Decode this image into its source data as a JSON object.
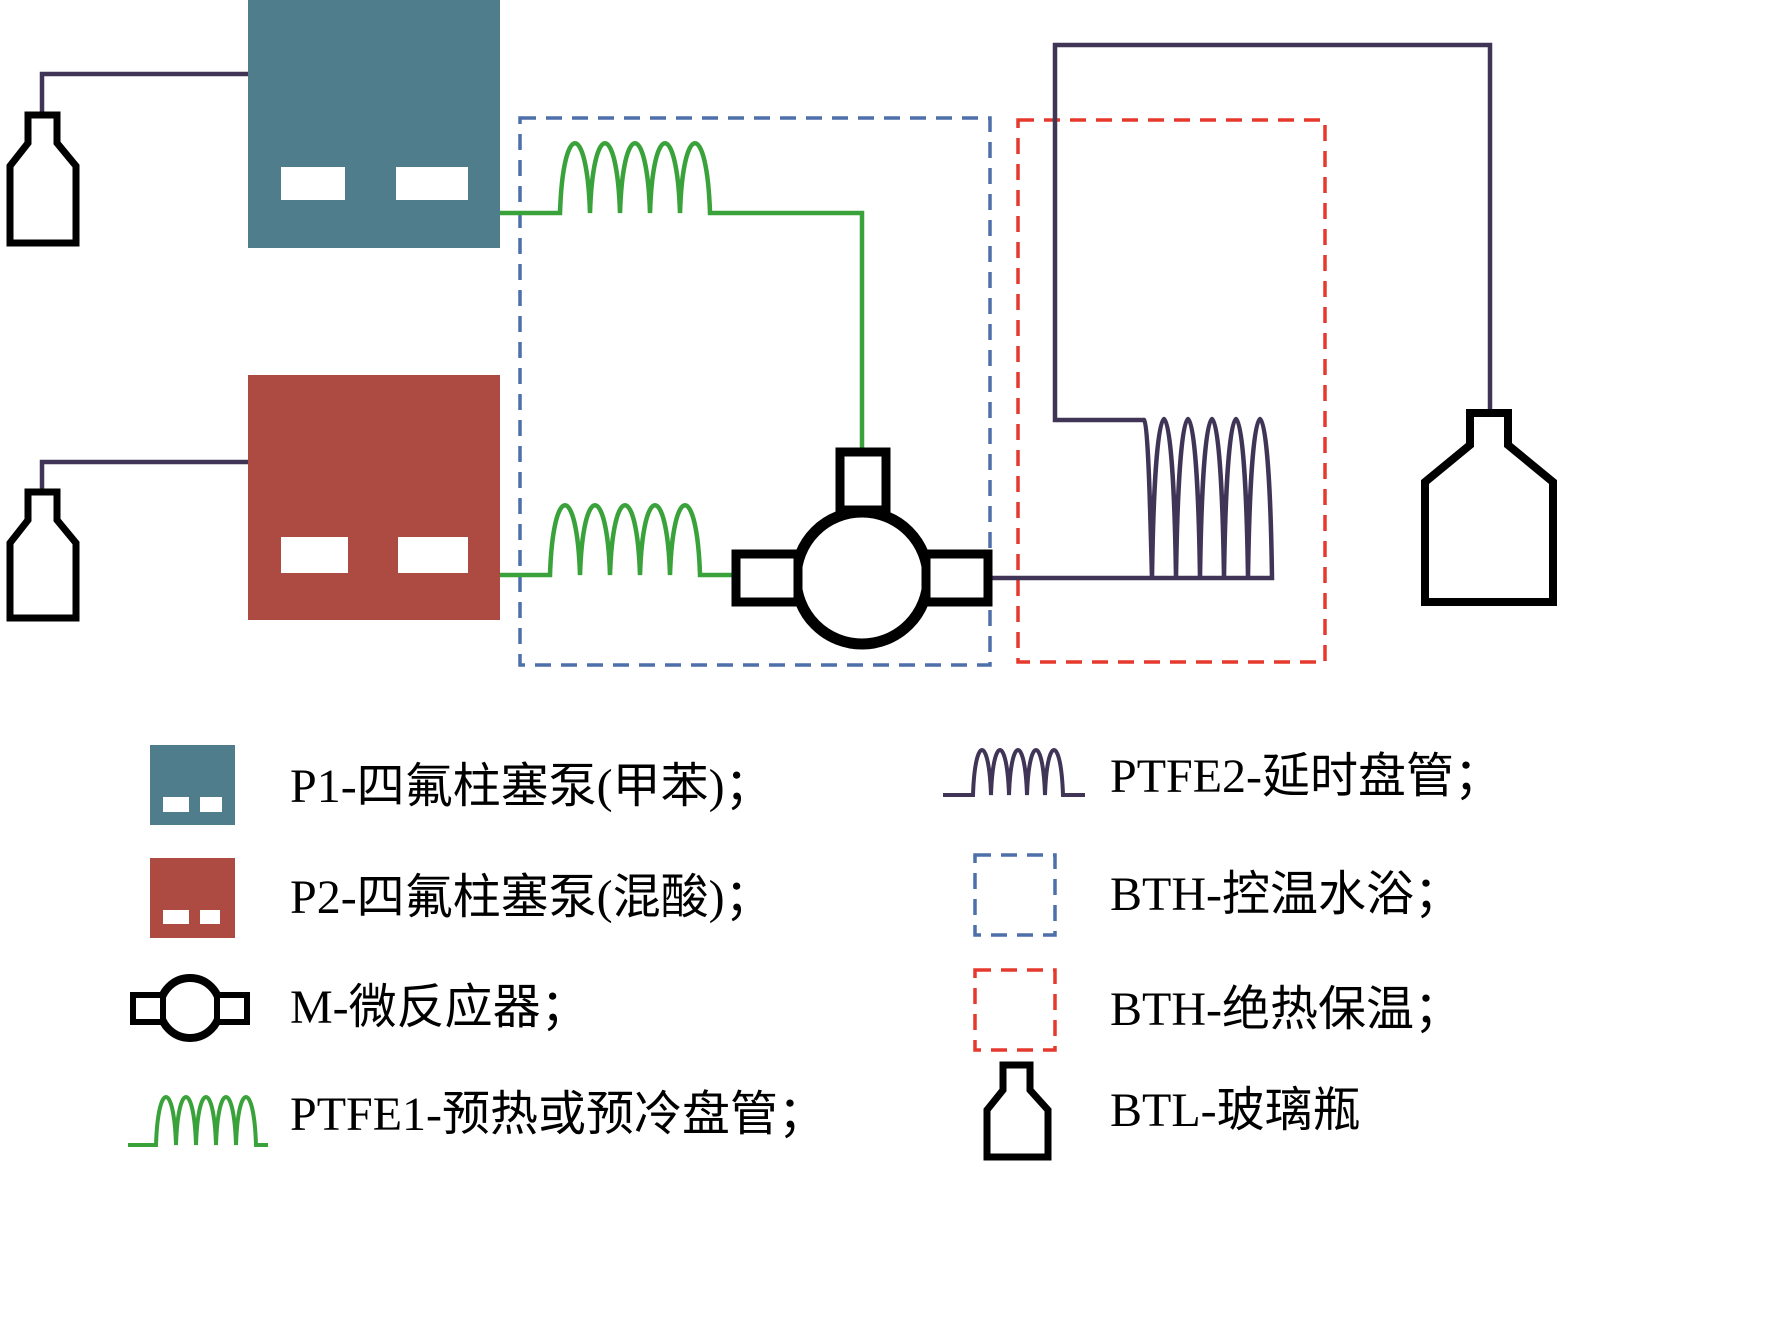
{
  "colors": {
    "pump1": "#4f7d8c",
    "pump2": "#ad4a42",
    "green": "#3aa23a",
    "purple": "#403556",
    "bath_blue": "#4d6faa",
    "insul_red": "#e6392e"
  },
  "legend": {
    "items": [
      {
        "id": "p1",
        "label": "P1-四氟柱塞泵(甲苯)；"
      },
      {
        "id": "p2",
        "label": "P2-四氟柱塞泵(混酸)；"
      },
      {
        "id": "m",
        "label": "M-微反应器；"
      },
      {
        "id": "ptfe1",
        "label": "PTFE1-预热或预冷盘管；"
      },
      {
        "id": "ptfe2",
        "label": "PTFE2-延时盘管；"
      },
      {
        "id": "bth_water",
        "label": "BTH-控温水浴；"
      },
      {
        "id": "bth_insul",
        "label": "BTH-绝热保温；"
      },
      {
        "id": "btl",
        "label": "BTL-玻璃瓶"
      }
    ]
  }
}
